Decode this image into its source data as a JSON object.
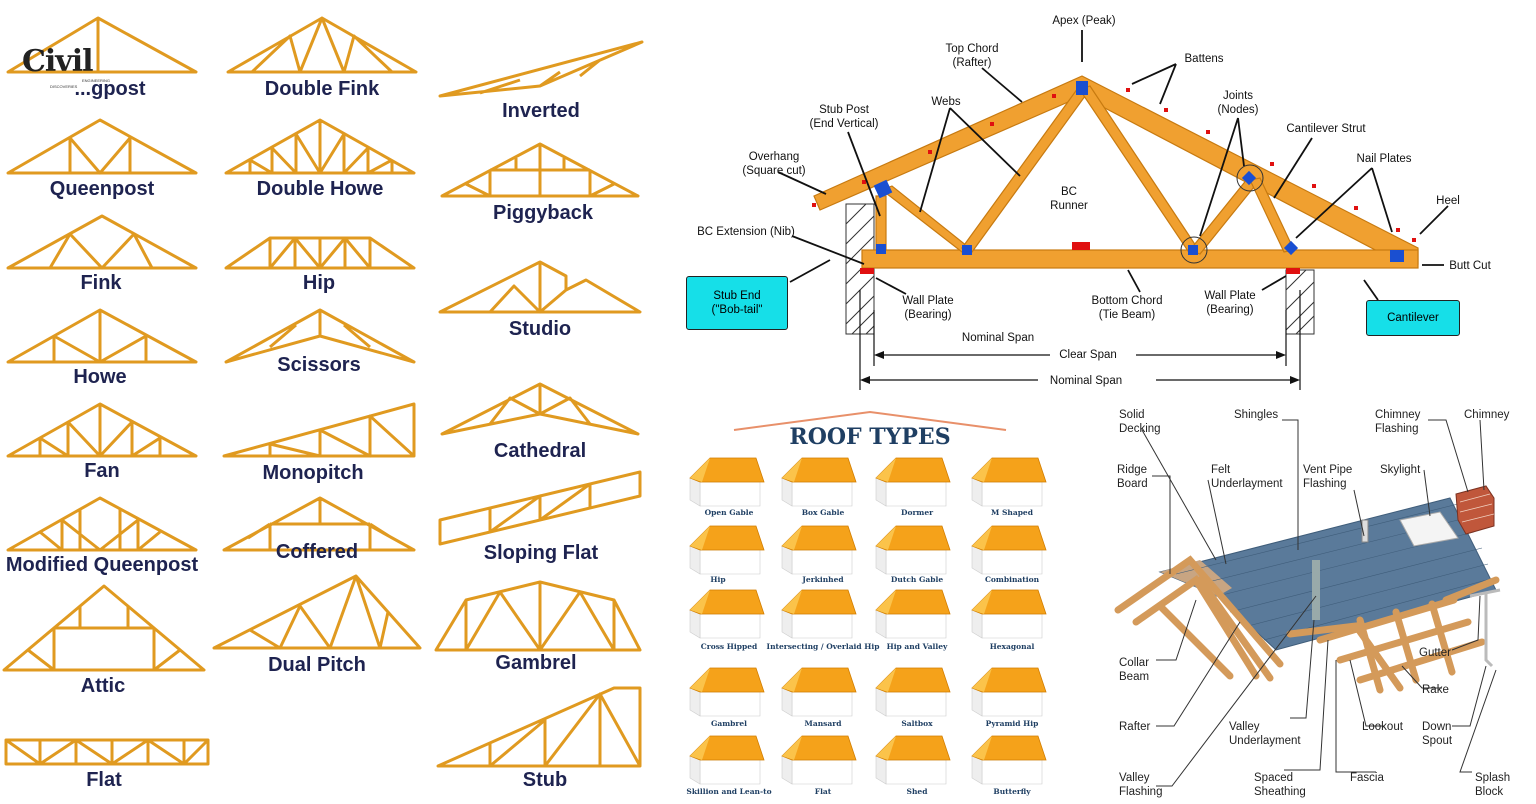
{
  "logo": {
    "text": "Civil",
    "sub1": "ENGINEERING",
    "sub2": "DISCOVERIES"
  },
  "truss_types": {
    "labels": [
      "...gpost",
      "Double Fink",
      "Inverted",
      "Queenpost",
      "Double Howe",
      "Piggyback",
      "Fink",
      "Hip",
      "Studio",
      "Howe",
      "Scissors",
      "Cathedral",
      "Fan",
      "Monopitch",
      "Sloping Flat",
      "Modified Queenpost",
      "Coffered",
      "Dual Pitch",
      "Gambrel",
      "Attic",
      "Flat",
      "Stub"
    ]
  },
  "truss_anatomy": {
    "labels": {
      "apex": "Apex (Peak)",
      "top_chord_1": "Top Chord",
      "top_chord_2": "(Rafter)",
      "battens": "Battens",
      "webs": "Webs",
      "joints_1": "Joints",
      "joints_2": "(Nodes)",
      "stub_post_1": "Stub Post",
      "stub_post_2": "(End Vertical)",
      "cantilever_strut": "Cantilever Strut",
      "overhang_1": "Overhang",
      "overhang_2": "(Square cut)",
      "nail_plates": "Nail Plates",
      "bc_runner_1": "BC",
      "bc_runner_2": "Runner",
      "heel": "Heel",
      "bc_extension": "BC Extension (Nib)",
      "butt_cut": "Butt Cut",
      "stub_end_1": "Stub End",
      "stub_end_2": "(\"Bob-tail\"",
      "wall_plate_l1": "Wall Plate",
      "wall_plate_l2": "(Bearing)",
      "bottom_chord_1": "Bottom Chord",
      "bottom_chord_2": "(Tie Beam)",
      "wall_plate_r1": "Wall Plate",
      "wall_plate_r2": "(Bearing)",
      "cantilever": "Cantilever",
      "nominal_span_top": "Nominal Span",
      "clear_span": "Clear Span",
      "nominal_span_bottom": "Nominal Span"
    }
  },
  "roof_types": {
    "title": "ROOF TYPES",
    "items": [
      "Open Gable",
      "Box Gable",
      "Dormer",
      "M Shaped",
      "Hip",
      "Jerkinhed",
      "Dutch Gable",
      "Combination",
      "Cross Hipped",
      "Intersecting / Overlaid Hip",
      "Hip and Valley",
      "Hexagonal",
      "Gambrel",
      "Mansard",
      "Saltbox",
      "Pyramid Hip",
      "Skillion and Lean-to",
      "Flat",
      "Shed",
      "Butterfly"
    ]
  },
  "roof_anatomy": {
    "labels": {
      "solid_decking_1": "Solid",
      "solid_decking_2": "Decking",
      "shingles": "Shingles",
      "chimney_flashing_1": "Chimney",
      "chimney_flashing_2": "Flashing",
      "chimney": "Chimney",
      "ridge_board_1": "Ridge",
      "ridge_board_2": "Board",
      "felt_1": "Felt",
      "felt_2": "Underlayment",
      "vent_1": "Vent Pipe",
      "vent_2": "Flashing",
      "skylight": "Skylight",
      "collar_1": "Collar",
      "collar_2": "Beam",
      "gutter": "Gutter",
      "rake": "Rake",
      "rafter": "Rafter",
      "valley_ul_1": "Valley",
      "valley_ul_2": "Underlayment",
      "lookout": "Lookout",
      "down_1": "Down",
      "down_2": "Spout",
      "valley_fl_1": "Valley",
      "valley_fl_2": "Flashing",
      "spaced_1": "Spaced",
      "spaced_2": "Sheathing",
      "fascia": "Fascia",
      "splash_1": "Splash",
      "splash_2": "Block"
    }
  },
  "colors": {
    "timber": "#f0a030",
    "timber_dark": "#c77a10",
    "plate": "#1a4fd1",
    "nail": "#e01010",
    "callout": "#16dfe8",
    "roof_orange": "#f5a21a",
    "slate": "#5a7a9a",
    "truss_label": "#1e2350"
  }
}
